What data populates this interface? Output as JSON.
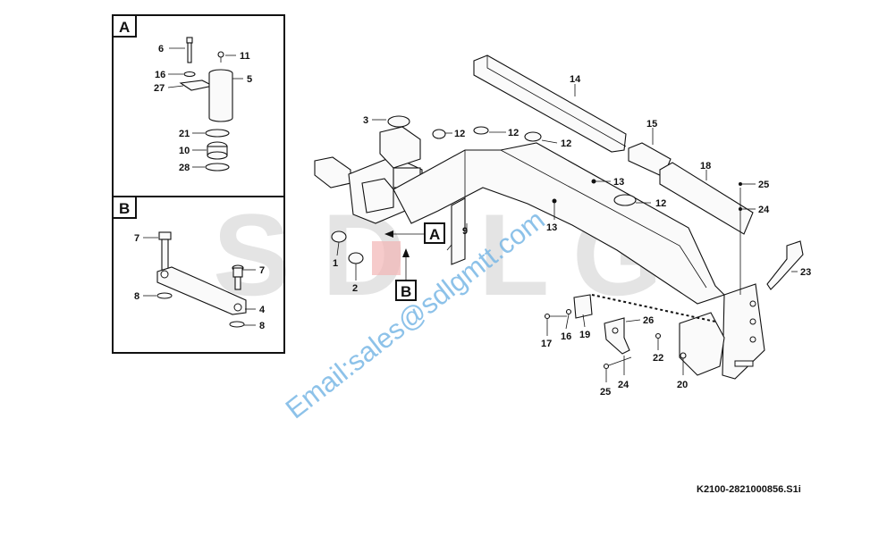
{
  "watermark": {
    "brand_letters": [
      "S",
      "D",
      "L",
      "G"
    ],
    "brand_color": "#e4e4e4",
    "accent_color": "#e03a3a",
    "email": "Email:sales@sdlgmtt.com",
    "email_color": "#7ab8e6"
  },
  "detail_boxes": {
    "A": {
      "title": "A",
      "labels": [
        "6",
        "11",
        "16",
        "5",
        "27",
        "21",
        "10",
        "28"
      ]
    },
    "B": {
      "title": "B",
      "labels": [
        "7",
        "7",
        "8",
        "4",
        "8"
      ]
    }
  },
  "main_labels": [
    "3",
    "12",
    "12",
    "12",
    "14",
    "15",
    "18",
    "13",
    "13",
    "12",
    "25",
    "24",
    "23",
    "9",
    "1",
    "2",
    "26",
    "17",
    "16",
    "19",
    "22",
    "25",
    "24",
    "20"
  ],
  "callouts": {
    "A": "A",
    "B": "B"
  },
  "drawing_code": "K2100-2821000856.S1i"
}
